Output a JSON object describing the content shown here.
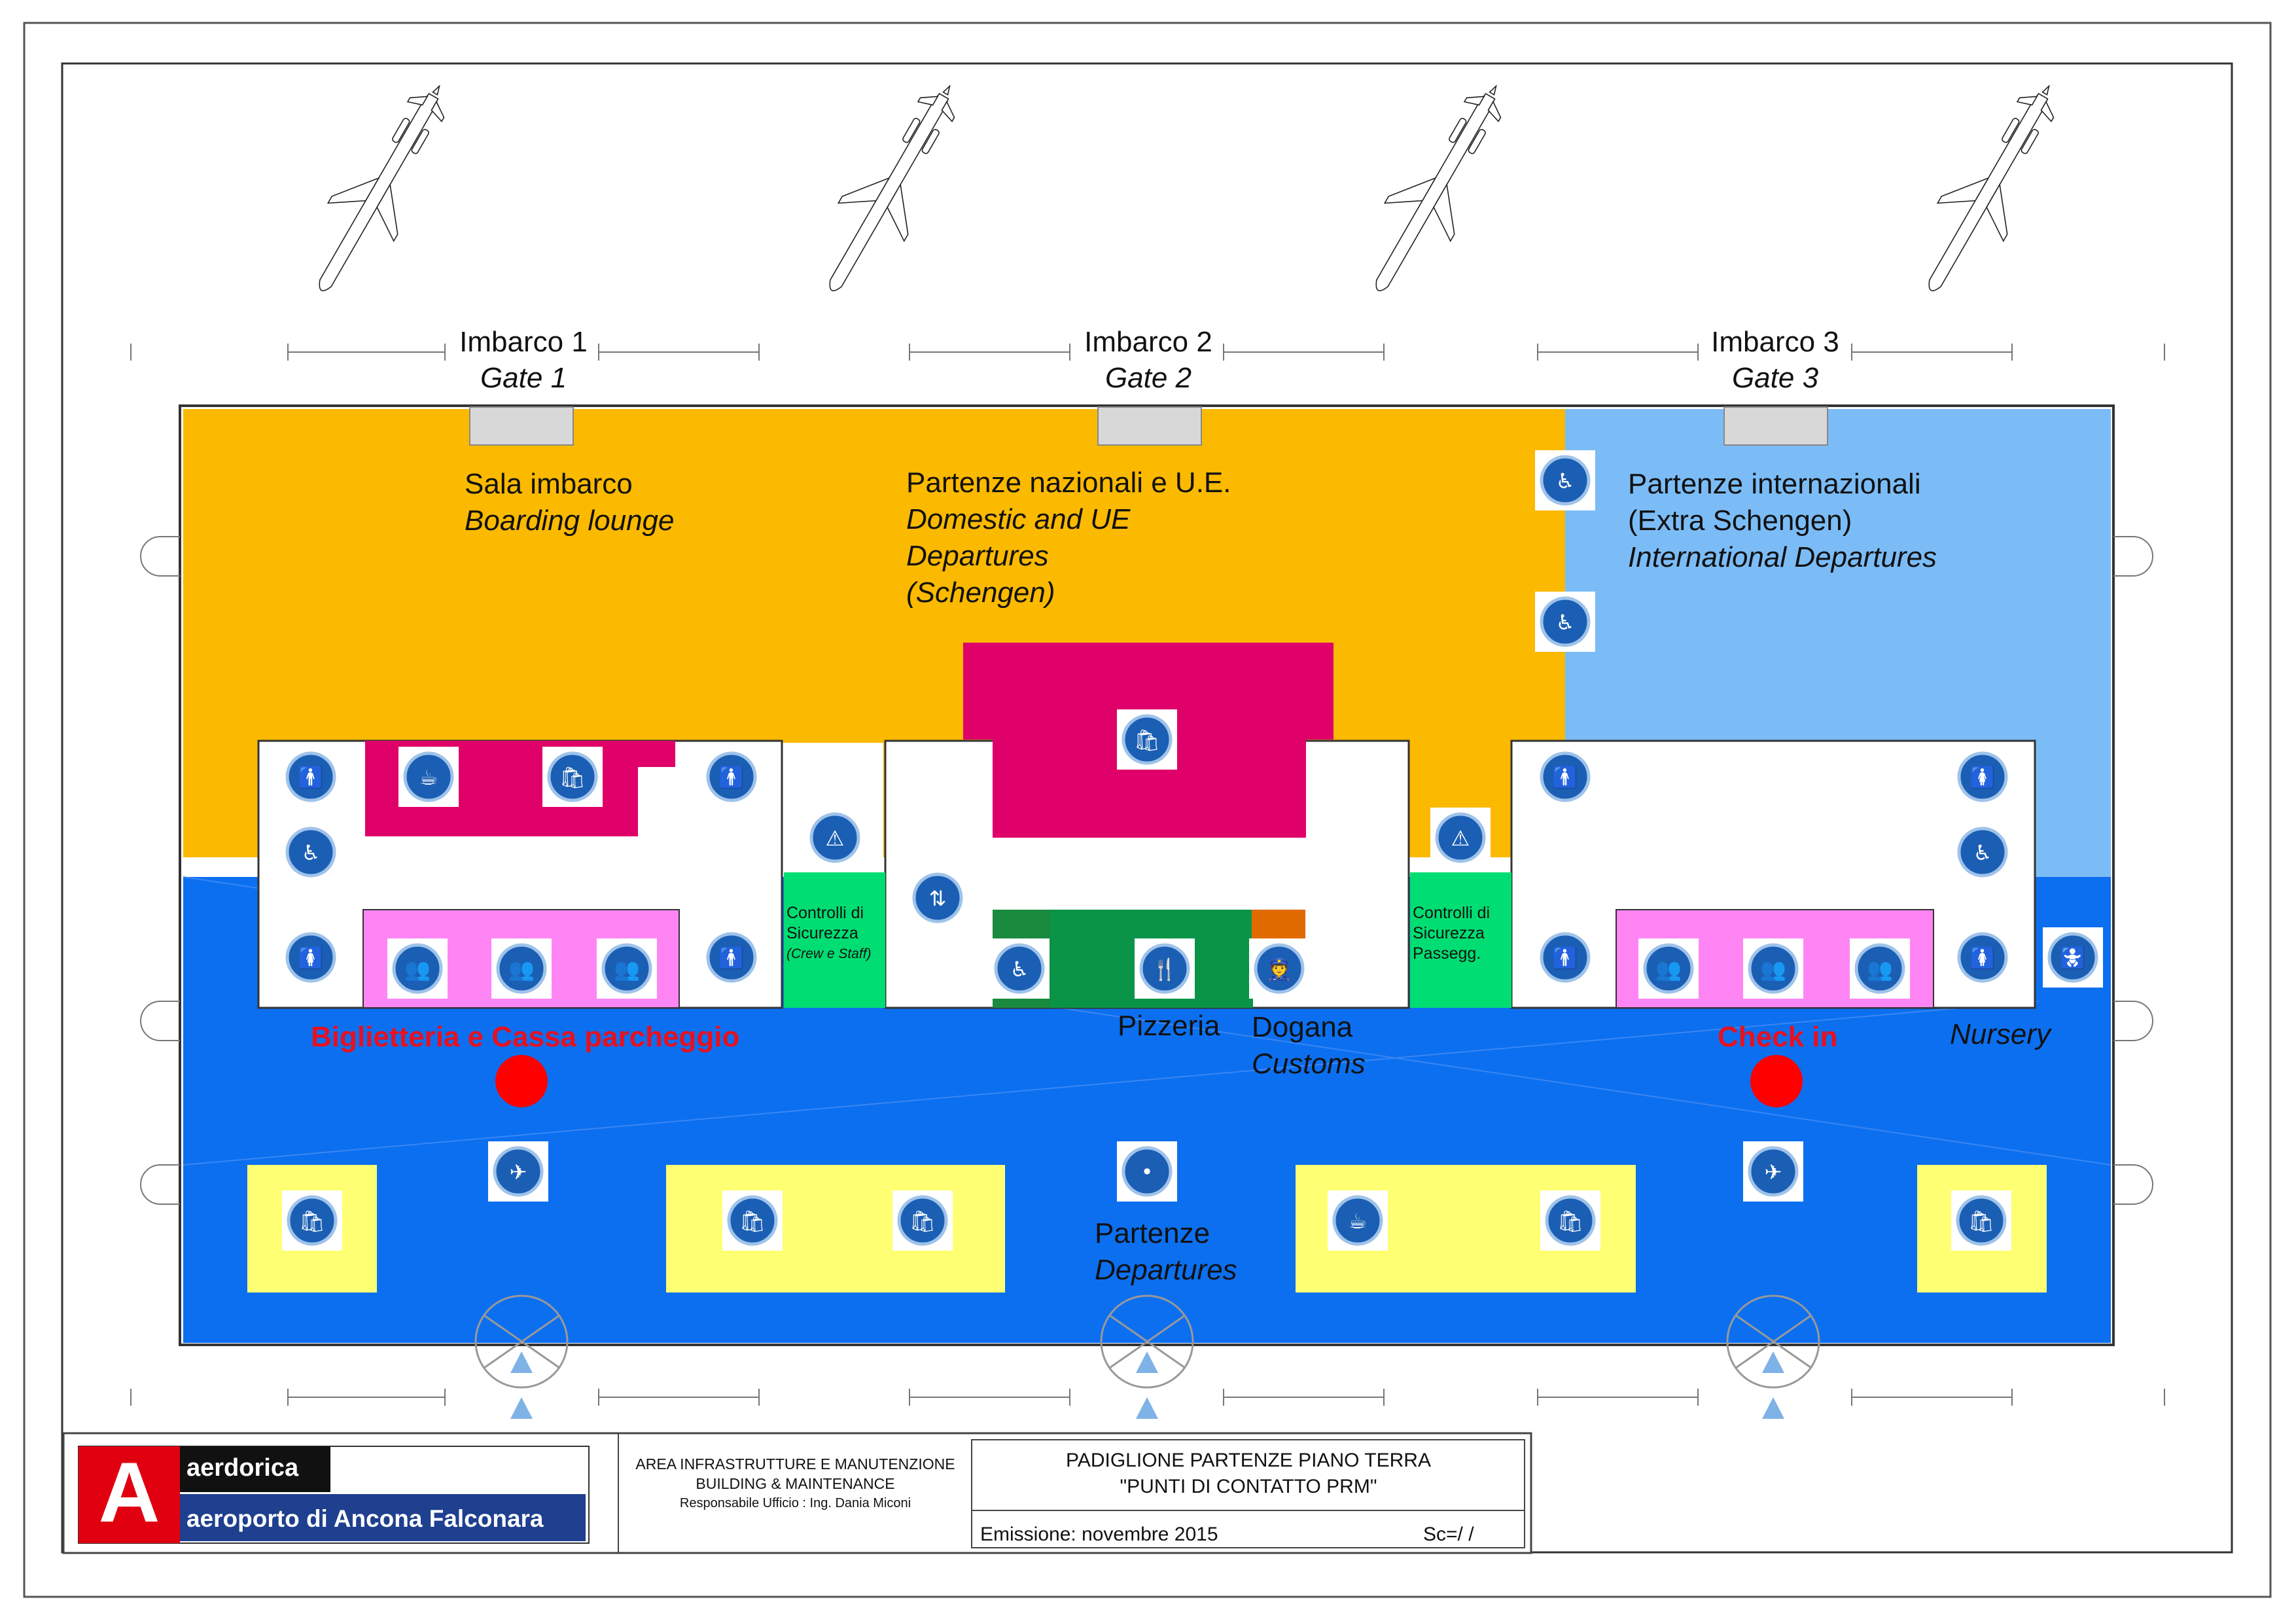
{
  "gates": [
    {
      "label": "Imbarco 1",
      "label_en": "Gate 1"
    },
    {
      "label": "Imbarco 2",
      "label_en": "Gate 2"
    },
    {
      "label": "Imbarco 3",
      "label_en": "Gate 3"
    }
  ],
  "areas": {
    "boarding": {
      "it": "Sala imbarco",
      "en": "Boarding lounge"
    },
    "domestic": {
      "it": "Partenze nazionali e U.E.",
      "en1": "Domestic and UE",
      "en2": "Departures",
      "en3": "(Schengen)"
    },
    "international": {
      "it1": "Partenze internazionali",
      "it2": "(Extra Schengen)",
      "en": "International Departures"
    },
    "security_crew": {
      "l1": "Controlli di",
      "l2": "Sicurezza",
      "l3": "(Crew e Staff)"
    },
    "security_pax": {
      "l1": "Controlli di",
      "l2": "Sicurezza",
      "l3": "Passegg."
    },
    "pizzeria": "Pizzeria",
    "customs": {
      "it": "Dogana",
      "en": "Customs"
    },
    "nursery": "Nursery",
    "ticketing": "Biglietteria e Cassa parcheggio",
    "checkin": "Check in",
    "departures": {
      "it": "Partenze",
      "en": "Departures"
    }
  },
  "colors": {
    "boarding_area": "#fbb900",
    "international_area": "#7bbcf7",
    "landside_hall": "#0c6ff0",
    "shop_magenta": "#e0006a",
    "checkin_pink": "#ff85f5",
    "security_green": "#00dd72",
    "pizzeria_green": "#0a9447",
    "customs_orange": "#e06b00",
    "kiosk_yellow": "#ffff73",
    "contact_point_red": "#ff0000",
    "icon_blue": "#1b5fb4"
  },
  "icons": [
    "toilet-man-icon",
    "toilet-woman-icon",
    "accessible-wc-icon",
    "cafe-icon",
    "shop-icon",
    "security-check-icon",
    "check-in-desk-icon",
    "elevator-icon",
    "restaurant-icon",
    "customs-icon",
    "baby-change-icon",
    "departures-icon",
    "airplane-icon",
    "prm-contact-point-icon"
  ],
  "title_block": {
    "logo_letter": "A",
    "company": "aerdorica",
    "airport": "aeroporto di Ancona Falconara",
    "dept_l1": "AREA INFRASTRUTTURE E MANUTENZIONE",
    "dept_l2": "BUILDING & MAINTENANCE",
    "dept_l3": "Responsabile Ufficio : Ing. Dania Miconi",
    "title_l1": "PADIGLIONE PARTENZE PIANO TERRA",
    "title_l2": "\"PUNTI DI CONTATTO PRM\"",
    "issue": "Emissione: novembre 2015",
    "scale": "Sc=/ /"
  }
}
